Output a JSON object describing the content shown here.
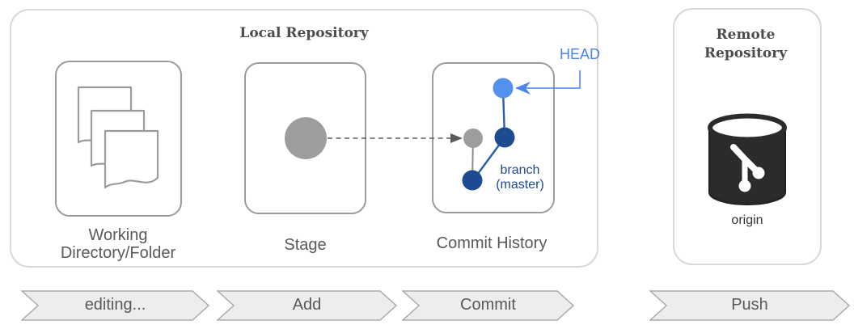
{
  "diagram": {
    "local_repository": {
      "title": "Local Repository",
      "working_label": "Working Directory/Folder",
      "stage_label": "Stage",
      "commit_label": "Commit History",
      "head_label": "HEAD",
      "branch_label": "branch (master)"
    },
    "remote_repository": {
      "title": "Remote Repository",
      "origin_label": "origin"
    },
    "steps": [
      {
        "label": "editing..."
      },
      {
        "label": "Add"
      },
      {
        "label": "Commit"
      },
      {
        "label": "Push"
      }
    ],
    "icons": {
      "working_directory": "stacked-documents-icon",
      "stage": "gray-dot",
      "remote": "database-cylinder-icon",
      "remote_glyph": "git-branch-icon"
    },
    "colors": {
      "panel_border": "#d8d8d8",
      "box_border": "#9b9b9b",
      "label_gray": "#595959",
      "head_blue": "#4a86e8",
      "commit_light_blue": "#5490ee",
      "commit_navy": "#1e4b8f",
      "dot_gray": "#9d9d9d",
      "cylinder_dark": "#2b2b2b",
      "chevron_fill": "#ededed"
    }
  }
}
